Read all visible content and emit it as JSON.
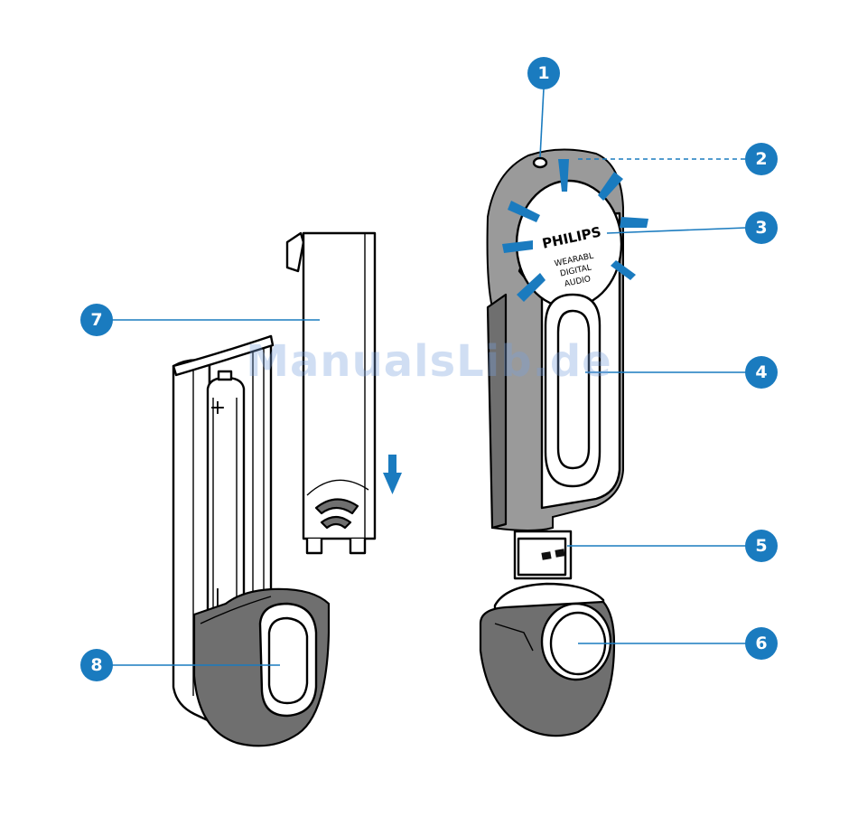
{
  "watermark": "ManualsLib.de",
  "device": {
    "brand": "PHILIPS",
    "line1": "WEARABL",
    "line2": "DIGITAL",
    "line3": "AUDIO"
  },
  "battery": {
    "plus": "+",
    "minus": "|"
  },
  "callouts": [
    {
      "label": "1"
    },
    {
      "label": "2"
    },
    {
      "label": "3"
    },
    {
      "label": "4"
    },
    {
      "label": "5"
    },
    {
      "label": "6"
    },
    {
      "label": "7"
    },
    {
      "label": "8"
    }
  ],
  "colors": {
    "accent": "#1a7bbf"
  }
}
